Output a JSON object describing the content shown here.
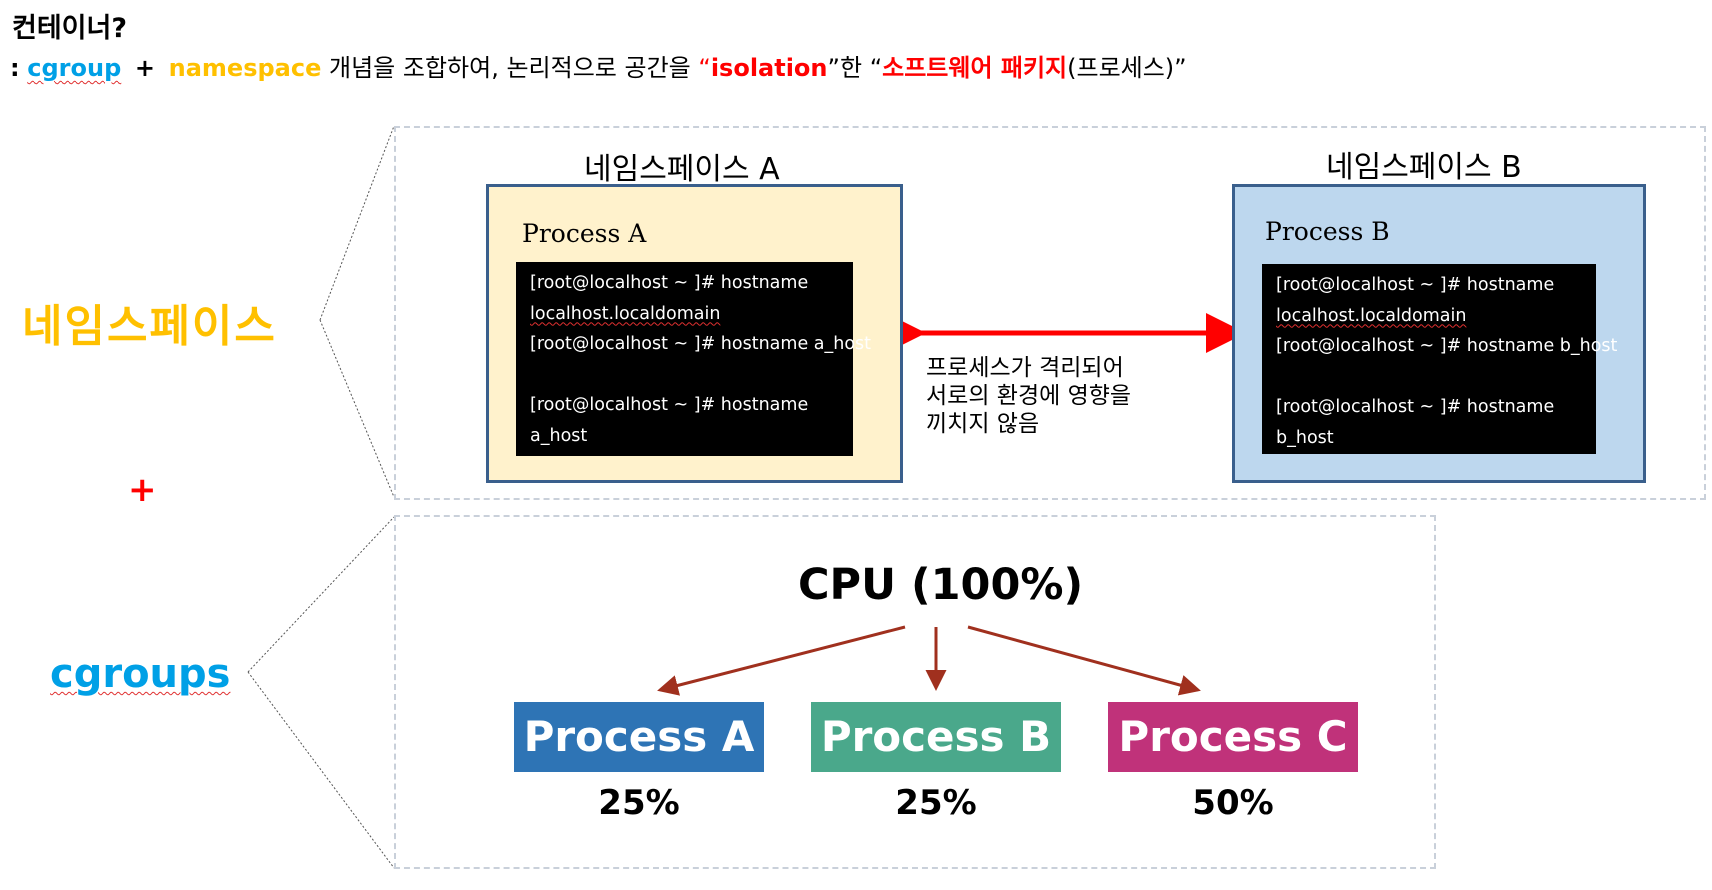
{
  "header": {
    "title": "컨테이너?",
    "prefix": ":",
    "term_cgroup": "cgroup",
    "plus": "+",
    "term_namespace": "namespace",
    "text_1": "개념을 조합하여, 논리적으로 공간을",
    "q_open_1": "“",
    "term_isolation": "isolation",
    "q_close_1": "”",
    "text_2": "한",
    "q_open_2": "“",
    "term_software": "소프트웨어 패키지",
    "text_3": "(프로세스)",
    "q_close_2": "”"
  },
  "left_labels": {
    "namespace": "네임스페이스",
    "plus": "+",
    "cgroups": "cgroups"
  },
  "namespace_section": {
    "ns_a": {
      "title": "네임스페이스 A",
      "process": "Process  A",
      "terminal": [
        "[root@localhost ~ ]# hostname",
        "localhost.localdomain",
        "[root@localhost ~ ]# hostname a_host",
        "",
        "[root@localhost ~ ]# hostname",
        "a_host"
      ]
    },
    "ns_b": {
      "title": "네임스페이스 B",
      "process": "Process  B",
      "terminal": [
        "[root@localhost ~ ]# hostname",
        "localhost.localdomain",
        "[root@localhost ~ ]# hostname b_host",
        "",
        "[root@localhost ~ ]# hostname",
        "b_host"
      ]
    },
    "isolation_note": [
      "프로세스가 격리되어",
      "서로의 환경에 영향을",
      "끼치지 않음"
    ]
  },
  "cgroups_section": {
    "cpu_title": "CPU (100%)",
    "processes": [
      {
        "name": "Process A",
        "share": "25%",
        "color": "#2e74b5"
      },
      {
        "name": "Process B",
        "share": "25%",
        "color": "#4aa88b"
      },
      {
        "name": "Process C",
        "share": "50%",
        "color": "#c0327a"
      }
    ]
  },
  "colors": {
    "cgroup": "#00a0e6",
    "namespace": "#ffc000",
    "highlight_red": "#ff0000",
    "ns_a_fill": "#fff2cc",
    "ns_b_fill": "#bdd7ee",
    "box_border": "#3a5f8c",
    "arrow_red": "#ff0000",
    "arrow_dark_red": "#a0301e"
  }
}
